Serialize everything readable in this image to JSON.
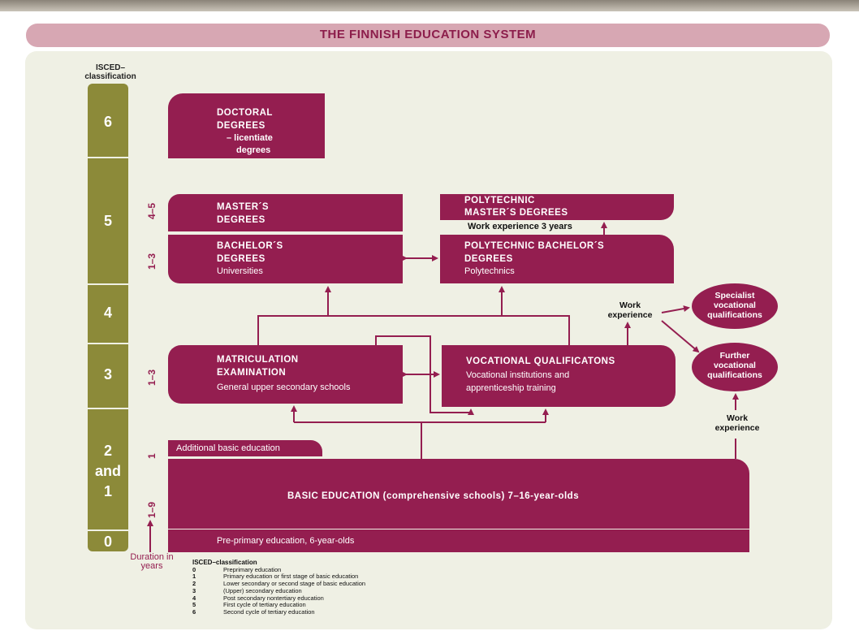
{
  "title": "THE FINNISH EDUCATION SYSTEM",
  "isced_header": "ISCED–classification",
  "levels": {
    "l6": "6",
    "l5": "5",
    "l4": "4",
    "l3": "3",
    "l2": "2",
    "and": "and",
    "l1": "1",
    "l0": "0"
  },
  "years": {
    "doctor": "",
    "masters": "4–5",
    "bachelors": "1–3",
    "upper_secondary": "1–3",
    "additional": "1",
    "basic": "1–9"
  },
  "duration_label": "Duration in years",
  "boxes": {
    "doctoral": {
      "title1": "DOCTORAL",
      "title2": "DEGREES",
      "sub1": "– licentiate",
      "sub2": "degrees"
    },
    "masters": {
      "title1": "MASTER´S",
      "title2": "DEGREES"
    },
    "poly_masters": {
      "title1": "POLYTECHNIC",
      "title2": "MASTER´S DEGREES"
    },
    "work_exp_3": "Work experience 3 years",
    "bachelors": {
      "title1": "BACHELOR´S",
      "title2": "DEGREES",
      "sub": "Universities"
    },
    "poly_bachelors": {
      "title1": "POLYTECHNIC BACHELOR´S",
      "title2": "DEGREES",
      "sub": "Polytechnics"
    },
    "matriculation": {
      "title1": "MATRICULATION",
      "title2": "EXAMINATION",
      "sub": "General upper secondary schools"
    },
    "vocational": {
      "title": "VOCATIONAL QUALIFICATONS",
      "sub1": "Vocational institutions and",
      "sub2": "apprenticeship training"
    },
    "additional": "Additional basic education",
    "basic": "BASIC EDUCATION (comprehensive schools) 7–16-year-olds",
    "preprimary": "Pre-primary education, 6-year-olds"
  },
  "circles": {
    "specialist": {
      "l1": "Specialist",
      "l2": "vocational",
      "l3": "qualifications"
    },
    "further": {
      "l1": "Further",
      "l2": "vocational",
      "l3": "qualifications"
    }
  },
  "notes": {
    "work_exp_a1": "Work",
    "work_exp_a2": "experience",
    "work_exp_b1": "Work",
    "work_exp_b2": "experience"
  },
  "legend": {
    "header": "ISCED–classification",
    "rows": [
      {
        "code": "0",
        "text": "Preprimary education"
      },
      {
        "code": "1",
        "text": "Primary education or first stage of basic education"
      },
      {
        "code": "2",
        "text": "Lower secondary or second stage of basic education"
      },
      {
        "code": "3",
        "text": "(Upper) secondary education"
      },
      {
        "code": "4",
        "text": "Post secondary nontertiary education"
      },
      {
        "code": "5",
        "text": "First cycle of tertiary education"
      },
      {
        "code": "6",
        "text": "Second cycle of tertiary education"
      }
    ]
  },
  "colors": {
    "box": "#941e50",
    "isced": "#8c8a39",
    "panel": "#eff0e4",
    "title_band": "#d7a7b3",
    "title_text": "#8c1d4b"
  }
}
